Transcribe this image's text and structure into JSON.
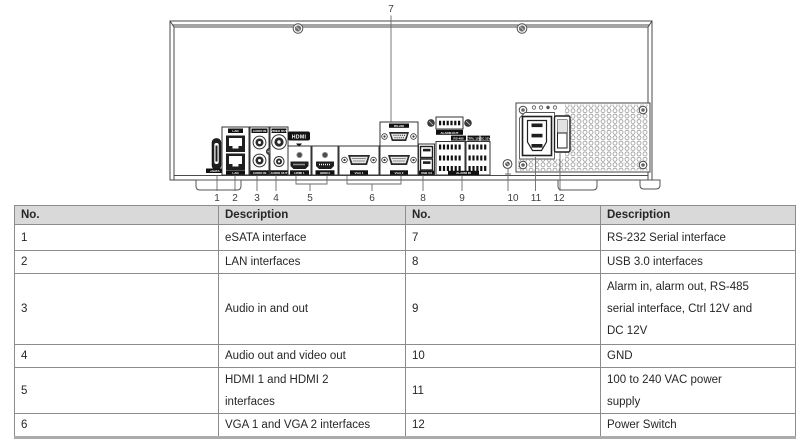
{
  "diagram": {
    "callouts": [
      "1",
      "2",
      "3",
      "4",
      "5",
      "6",
      "7",
      "8",
      "9",
      "10",
      "11",
      "12"
    ],
    "port_labels": {
      "esata": "eSATA",
      "lan": "LAN",
      "audio_in": "AUDIO IN",
      "video_out": "VIDEO OUT",
      "audio_out": "AUDIO OUT",
      "hdmi_badge": "HDMI",
      "hdmi1": "HDMI 1",
      "hdmi2": "HDMI 2",
      "vga1": "VGA 1",
      "vga2": "VGA 2",
      "rs232": "RS-232",
      "usb": "USB 3.0",
      "alarm_out": "ALARM OUT",
      "rs485": "RS-485",
      "ctrl_12v": "CTRL 12V",
      "dc_12v": "DC 12V",
      "alarm_in": "ALARM IN"
    }
  },
  "table": {
    "headers": [
      "No.",
      "Description",
      "No.",
      "Description"
    ],
    "rows": [
      [
        "1",
        "eSATA interface",
        "7",
        "RS-232 Serial interface"
      ],
      [
        "2",
        "LAN interfaces",
        "8",
        "USB 3.0 interfaces"
      ],
      [
        "3",
        "Audio in and out",
        "9",
        "Alarm in, alarm out, RS-485\nserial interface, Ctrl 12V and\nDC 12V"
      ],
      [
        "4",
        "Audio out and video out",
        "10",
        "GND"
      ],
      [
        "5",
        "HDMI 1 and HDMI 2\ninterfaces",
        "11",
        "100 to 240 VAC power\nsupply"
      ],
      [
        "6",
        "VGA 1 and VGA 2 interfaces",
        "12",
        "Power Switch"
      ]
    ]
  },
  "colors": {
    "chassis_line": "#4a4a4a",
    "connector_dark": "#1f1f1f",
    "table_border": "#8c8c8c",
    "header_bg": "#d9d9d9",
    "text": "#262626"
  }
}
